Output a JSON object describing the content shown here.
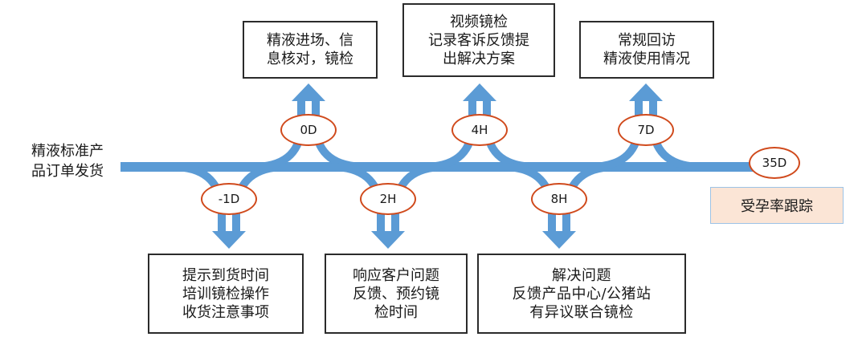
{
  "start": {
    "lines": [
      "精液标准产",
      "品订单发货"
    ]
  },
  "milestones": {
    "m_minus1d": {
      "label": "-1D",
      "lines": [
        "提示到货时间",
        "培训镜检操作",
        "收货注意事项"
      ]
    },
    "m_0d": {
      "label": "0D",
      "lines": [
        "精液进场、信",
        "息核对，镜检"
      ]
    },
    "m_2h": {
      "label": "2H",
      "lines": [
        "响应客户问题",
        "反馈、预约镜",
        "检时间"
      ]
    },
    "m_4h": {
      "label": "4H",
      "lines": [
        "视频镜检",
        "记录客诉反馈提",
        "出解决方案"
      ]
    },
    "m_8h": {
      "label": "8H",
      "lines": [
        "解决问题",
        "反馈产品中心/公猪站",
        "有异议联合镜检"
      ]
    },
    "m_7d": {
      "label": "7D",
      "lines": [
        "常规回访",
        "精液使用情况"
      ]
    }
  },
  "end": {
    "label": "35D",
    "tracking": "受孕率跟踪"
  },
  "colors": {
    "flow": "#5b9bd5",
    "badge_border": "#d04a1c",
    "tracking_fill": "#fbe5d6"
  }
}
